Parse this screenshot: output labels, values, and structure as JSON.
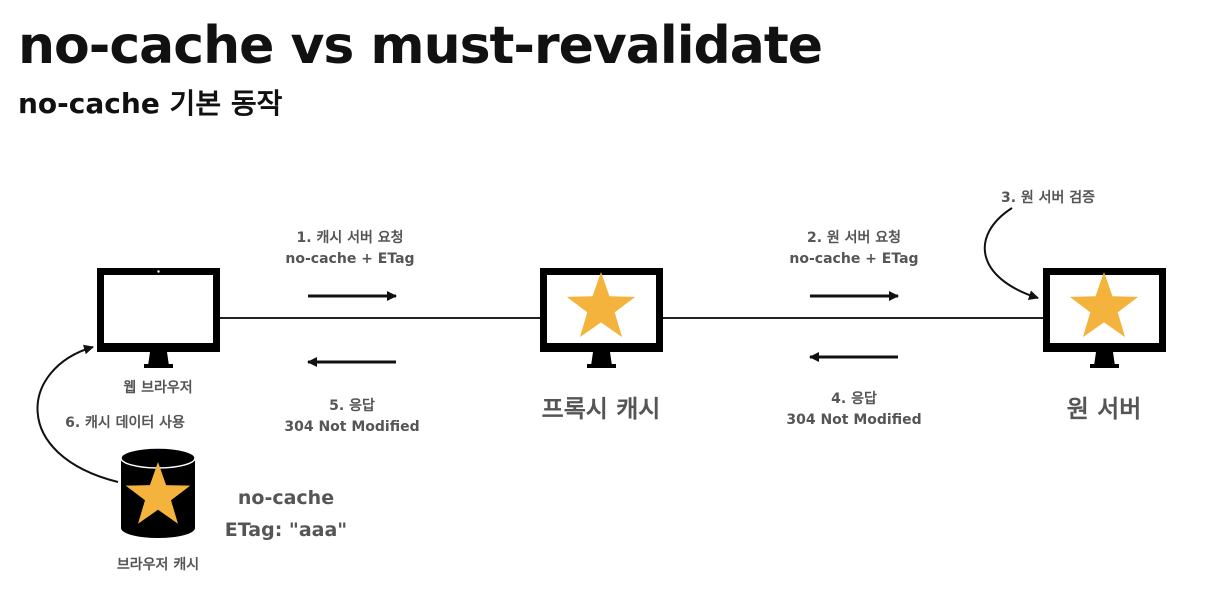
{
  "slide": {
    "title": "no-cache vs must-revalidate",
    "subtitle": "no-cache 기본 동작"
  },
  "nodes": {
    "browser_label": "웹 브라우저",
    "proxy_label": "프록시 캐시",
    "origin_label": "원 서버",
    "browser_cache_label": "브라우저 캐시"
  },
  "steps": {
    "step1_title": "1. 캐시 서버 요청",
    "step1_detail": "no-cache + ETag",
    "step2_title": "2. 원 서버 요청",
    "step2_detail": "no-cache + ETag",
    "step3": "3. 원 서버 검증",
    "step4_title": "4. 응답",
    "step4_detail": "304 Not Modified",
    "step5_title": "5. 응답",
    "step5_detail": "304 Not Modified",
    "step6": "6. 캐시 데이터 사용"
  },
  "cache_info": {
    "directive": "no-cache",
    "etag": "ETag: \"aaa\""
  },
  "colors": {
    "star": "#f3b33d",
    "device": "#000000",
    "text_gray": "#555555"
  }
}
